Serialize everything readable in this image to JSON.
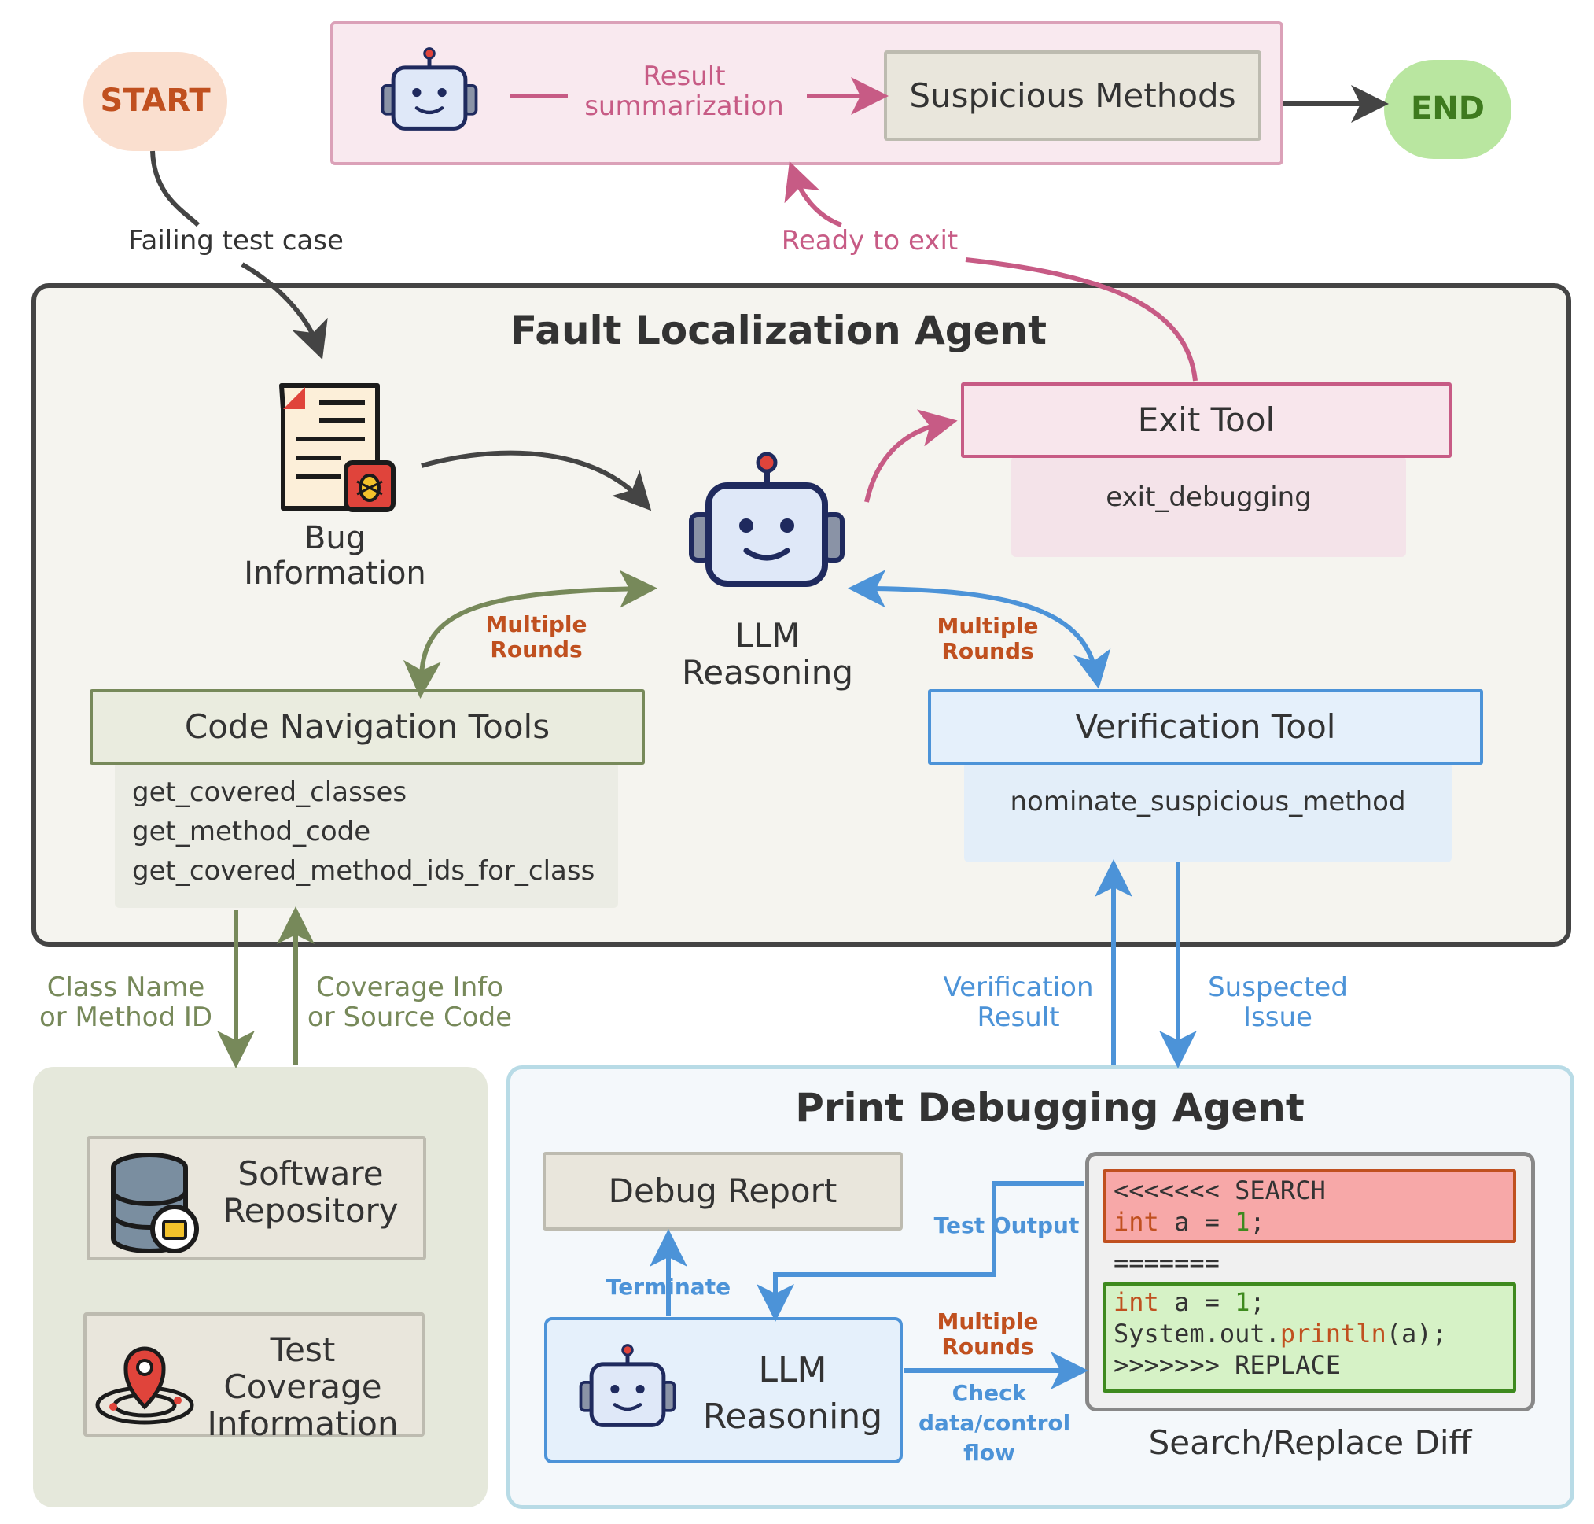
{
  "start": "START",
  "end": "END",
  "failing_test_case": "Failing test case",
  "top_bar": {
    "result_summarization": "Result summarization",
    "suspicious_methods": "Suspicious Methods"
  },
  "ready_to_exit": "Ready to exit",
  "fault_localization": {
    "title": "Fault Localization Agent",
    "bug_information": "Bug Information",
    "llm_reasoning": "LLM Reasoning",
    "exit_tool": "Exit Tool",
    "exit_tool_functions": [
      "exit_debugging"
    ],
    "code_navigation_tools": "Code Navigation Tools",
    "code_navigation_functions": [
      "get_covered_classes",
      "get_method_code",
      "get_covered_method_ids_for_class"
    ],
    "verification_tool": "Verification Tool",
    "verification_functions": [
      "nominate_suspicious_method"
    ],
    "multiple_rounds": "Multiple Rounds"
  },
  "between": {
    "class_name": "Class Name or Method ID",
    "coverage_info": "Coverage Info or Source Code",
    "verification_result": "Verification Result",
    "suspected_issue": "Suspected Issue"
  },
  "resources": {
    "software_repository": "Software Repository",
    "test_coverage": "Test Coverage Information"
  },
  "print_debugging": {
    "title": "Print Debugging Agent",
    "debug_report": "Debug Report",
    "terminate": "Terminate",
    "test_output": "Test Output",
    "llm_reasoning": "LLM Reasoning",
    "multiple_rounds": "Multiple Rounds",
    "check_flow": "Check data/control flow",
    "diff_caption": "Search/Replace Diff",
    "diff": {
      "search_marker": "<<<<<<< SEARCH",
      "search_code": [
        "int",
        " a = ",
        "1",
        ";"
      ],
      "separator": "=======",
      "replace_line1": [
        "int",
        " a = ",
        "1",
        ";"
      ],
      "replace_line2": [
        "System.out.",
        "println",
        "(a);"
      ],
      "replace_marker": ">>>>>>> REPLACE"
    }
  },
  "colors": {
    "pink": "#c75b85",
    "green": "#77895a",
    "blue": "#4c93d8",
    "dark": "#444444",
    "orange": "#c0501f"
  }
}
